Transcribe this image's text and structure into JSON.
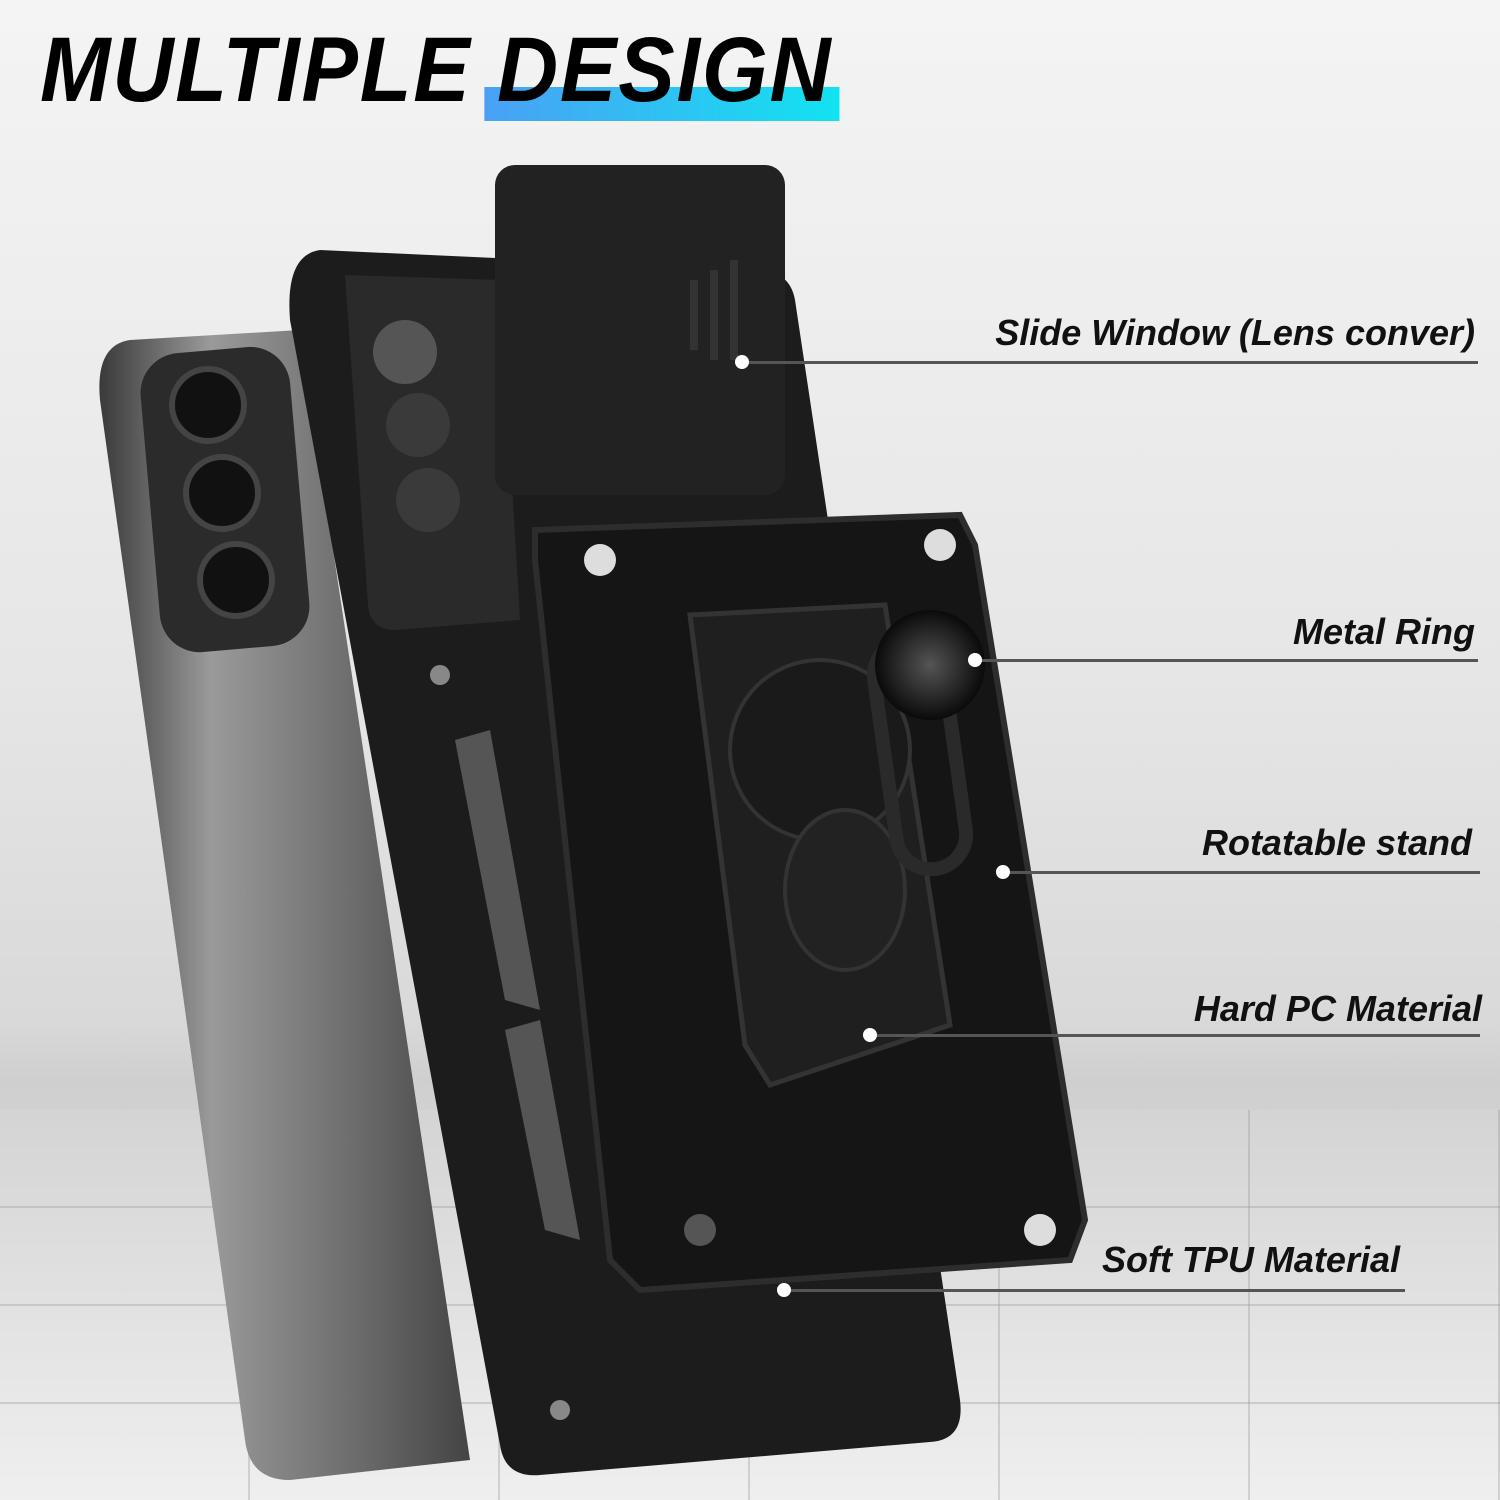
{
  "title": {
    "part1": "MULTIPLE",
    "part2": "DESIGN",
    "highlight_colors": [
      "#4aa0f5",
      "#12e3f0"
    ]
  },
  "callouts": [
    {
      "label": "Slide Window (Lens conver)"
    },
    {
      "label": "Metal Ring"
    },
    {
      "label": "Rotatable stand"
    },
    {
      "label": "Hard PC Material"
    },
    {
      "label": "Soft TPU Material"
    }
  ],
  "product": {
    "case_color": "#1a1a1a",
    "phone_color": "#8a8a8a"
  }
}
